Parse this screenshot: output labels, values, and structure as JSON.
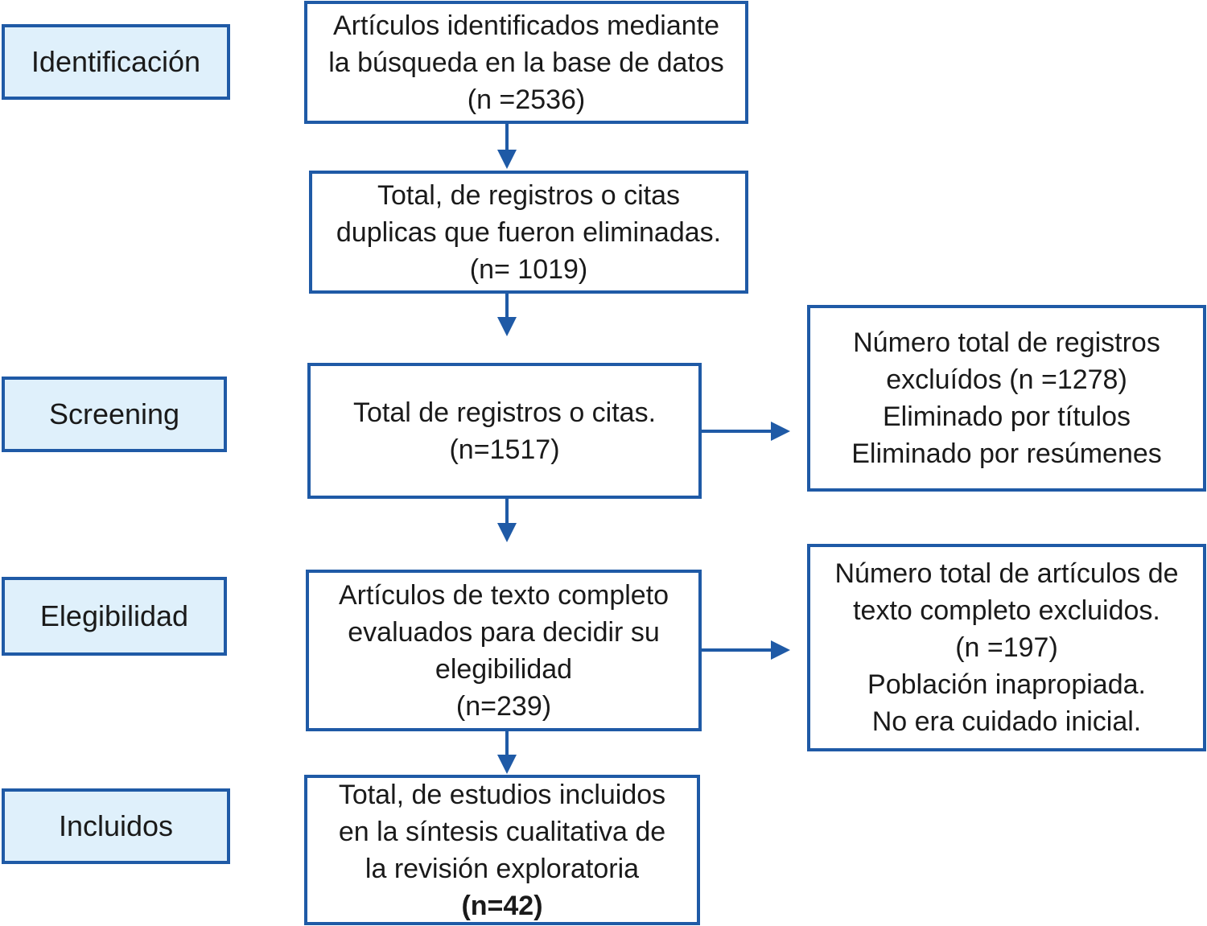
{
  "stages": {
    "identification": "Identificación",
    "screening": "Screening",
    "eligibility": "Elegibilidad",
    "included": "Incluidos"
  },
  "boxes": {
    "identified": {
      "lines": [
        "Artículos identificados mediante",
        "la búsqueda en la base de datos",
        "(n =2536)"
      ]
    },
    "duplicates": {
      "lines": [
        "Total, de registros o citas",
        "duplicas que fueron eliminadas.",
        "(n= 1019)"
      ]
    },
    "screened": {
      "lines": [
        "Total de registros o citas.",
        "(n=1517)"
      ]
    },
    "excluded_records": {
      "lines": [
        "Número total de registros",
        "excluídos (n =1278)",
        "Eliminado por títulos",
        "Eliminado por resúmenes"
      ]
    },
    "fulltext_assessed": {
      "lines": [
        "Artículos de texto completo",
        "evaluados para decidir su",
        "elegibilidad",
        "(n=239)"
      ]
    },
    "fulltext_excluded": {
      "lines": [
        "Número total de artículos de",
        "texto completo excluidos.",
        "(n =197)",
        "Población inapropiada.",
        "No era cuidado inicial."
      ]
    },
    "included": {
      "lines": [
        "Total, de estudios incluidos",
        "en la síntesis cualitativa de",
        "la revisión exploratoria",
        "(n=42)"
      ]
    }
  },
  "colors": {
    "border": "#1f5aa6",
    "label_fill": "#dff0fb",
    "arrow": "#1f5aa6"
  }
}
